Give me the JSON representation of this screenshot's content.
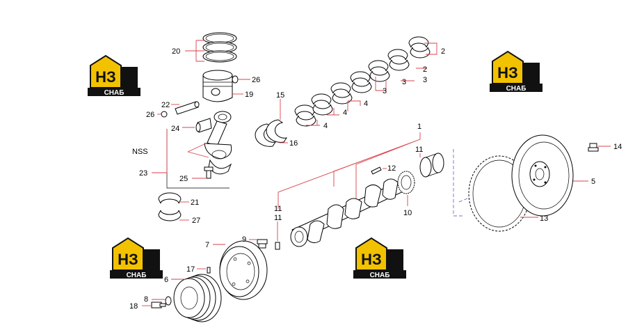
{
  "labels": {
    "p1": "1",
    "p2a": "2",
    "p2b": "2",
    "p3a": "3",
    "p3b": "3",
    "p3c": "3",
    "p4a": "4",
    "p4b": "4",
    "p4c": "4",
    "p5": "5",
    "p6": "6",
    "p7": "7",
    "p8": "8",
    "p9": "9",
    "p10": "10",
    "p11a": "11",
    "p11b": "11",
    "p11c": "11",
    "p12": "12",
    "p13": "13",
    "p14": "14",
    "p15": "15",
    "p16": "16",
    "p17": "17",
    "p18": "18",
    "p19": "19",
    "p20": "20",
    "p21": "21",
    "p22": "22",
    "p23": "23",
    "p24": "24",
    "p25": "25",
    "p26a": "26",
    "p26b": "26",
    "p27": "27",
    "nss": "NSS"
  },
  "watermark": {
    "letters": "НЗ",
    "subtitle": "СНАБ",
    "accent_color": "#f2c200",
    "dark_color": "#111111"
  },
  "colors": {
    "leader": "#d8414a",
    "axis": "#3a49c8"
  }
}
